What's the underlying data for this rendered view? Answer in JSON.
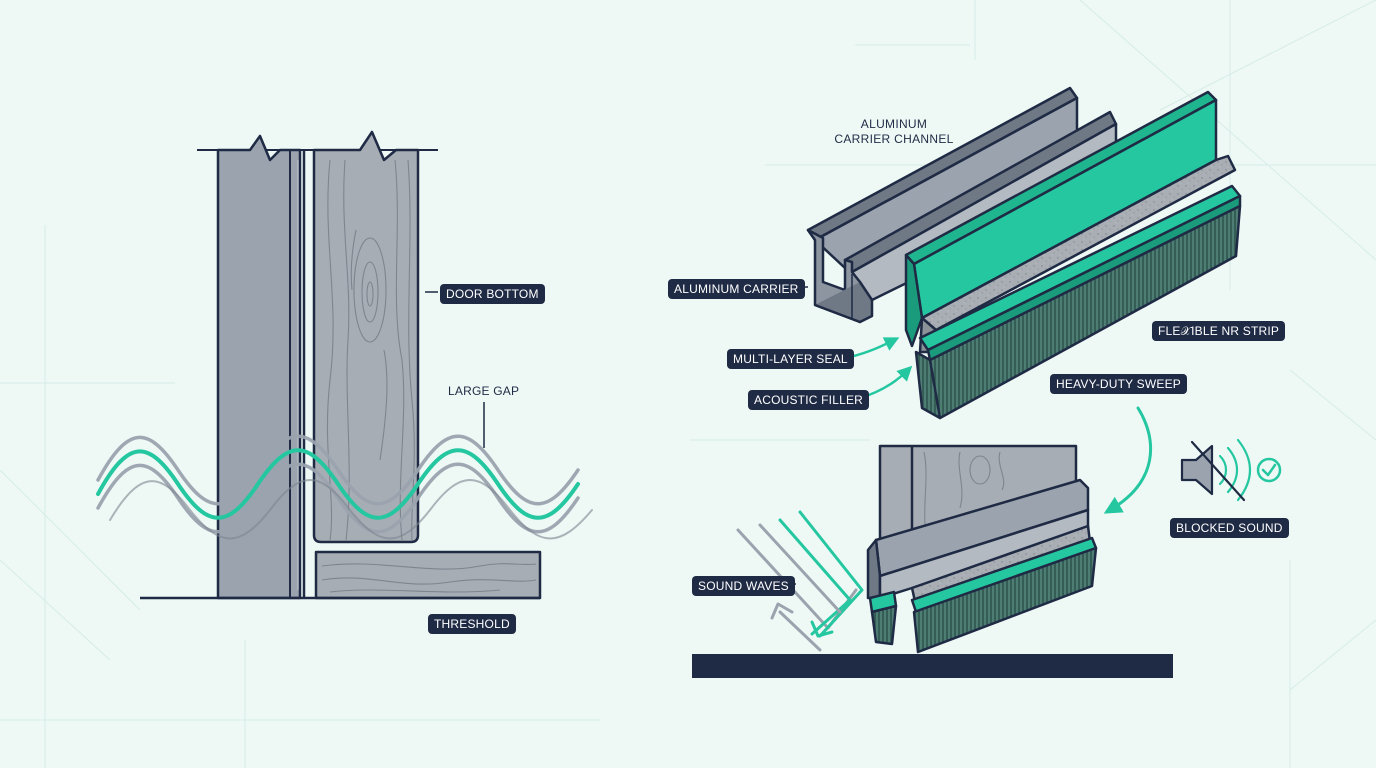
{
  "colors": {
    "background": "#eef9f6",
    "navy": "#1f2a44",
    "steel": "#9aa3ae",
    "steel_dark": "#6f7885",
    "accent_green": "#25c7a0",
    "wood": "#a6adb5"
  },
  "left_panel": {
    "labels": {
      "door_bottom": "DOOR BOTTOM",
      "large_gap": "LARGE GAP",
      "threshold": "THRESHOLD"
    }
  },
  "right_panel": {
    "labels": {
      "aluminum_carrier_channel": "ALUMINUM CARRIER CHANNEL",
      "aluminum_carrier": "ALUMINUM CARRIER",
      "multi_layer_seal": "MULTI-LAYER SEAL",
      "acoustic_filler": "ACOUSTIC FILLER",
      "flexible_nr_strip": "FLE𝒳IBLE NR STRIP",
      "heavy_duty_sweep": "HEAVY-DUTY SWEEP",
      "sound_waves": "SOUND WAVES",
      "blocked_sound": "BLOCKED SOUND"
    },
    "icons": [
      "muted-speaker-icon",
      "check-circle-icon"
    ]
  }
}
